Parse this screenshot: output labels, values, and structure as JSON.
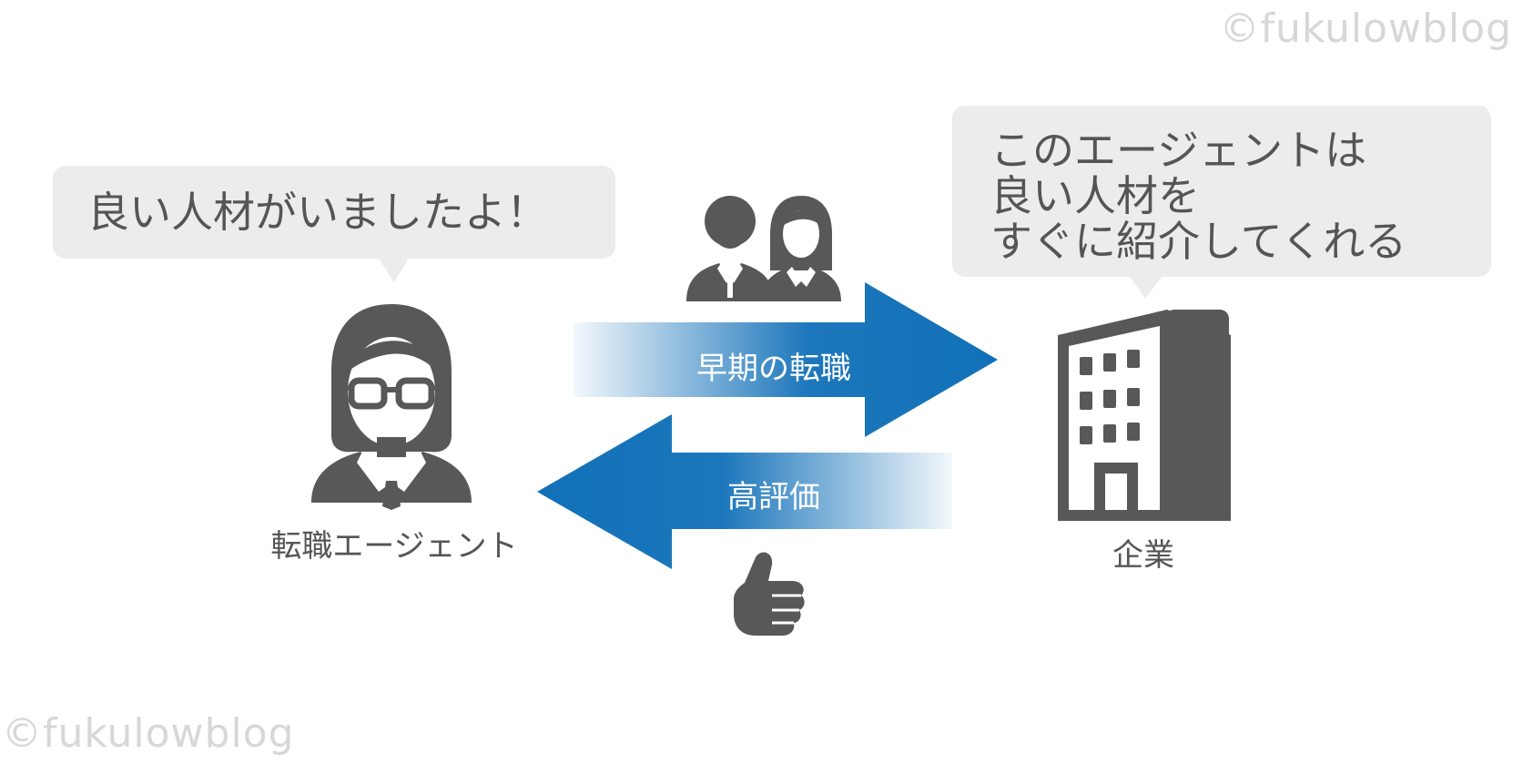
{
  "watermark": {
    "top_right": "©fukulowblog",
    "bottom_left": "©fukulowblog"
  },
  "agent_bubble": {
    "text": "良い人材がいましたよ！"
  },
  "company_bubble": {
    "lines": [
      "このエージェントは",
      "良い人材を",
      "すぐに紹介してくれる"
    ]
  },
  "agent": {
    "label": "転職エージェント",
    "icon": "agent-person-icon"
  },
  "company": {
    "label": "企業",
    "icon": "office-building-icon"
  },
  "flows": {
    "to_company": {
      "label": "早期の転職",
      "icon": "job-seekers-icon"
    },
    "to_agent": {
      "label": "高評価",
      "icon": "thumbs-up-icon"
    }
  },
  "colors": {
    "arrow_blue": "#1170b8",
    "icon_gray": "#585858",
    "bubble_gray": "#ececec",
    "text_gray": "#555555",
    "watermark_gray": "#d7d7d7"
  }
}
